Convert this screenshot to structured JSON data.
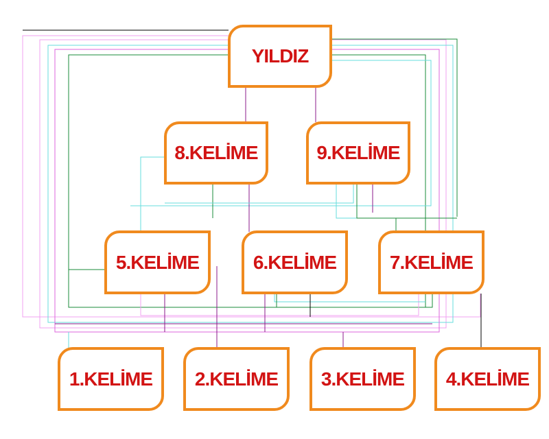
{
  "diagram": {
    "colors": {
      "box_border": "#f08a1e",
      "text": "#d21414",
      "lines": [
        "#000000",
        "#8b1a8b",
        "#1a8b3a",
        "#66dddd",
        "#f0a0f0",
        "#dd66dd"
      ]
    },
    "root": {
      "label": "YILDIZ"
    },
    "words": {
      "w1": "1.KELİME",
      "w2": "2.KELİME",
      "w3": "3.KELİME",
      "w4": "4.KELİME",
      "w5": "5.KELİME",
      "w6": "6.KELİME",
      "w7": "7.KELİME",
      "w8": "8.KELİME",
      "w9": "9.KELİME"
    }
  }
}
